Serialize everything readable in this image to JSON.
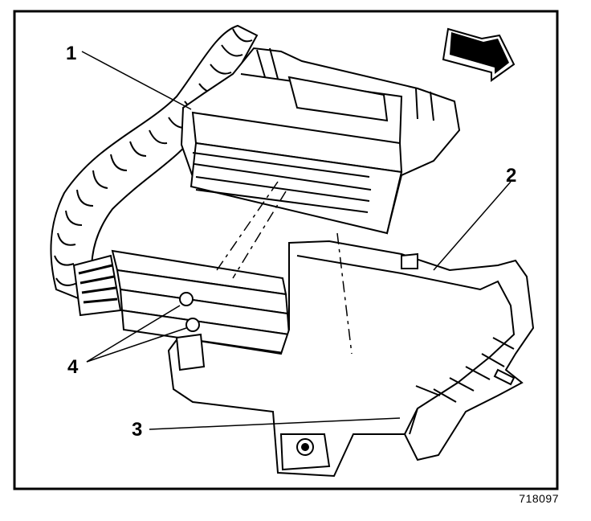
{
  "figure": {
    "callouts": {
      "c1": "1",
      "c2": "2",
      "c3": "3",
      "c4": "4"
    },
    "figure_number": "718097",
    "colors": {
      "ink": "#000000",
      "paper": "#ffffff"
    }
  }
}
